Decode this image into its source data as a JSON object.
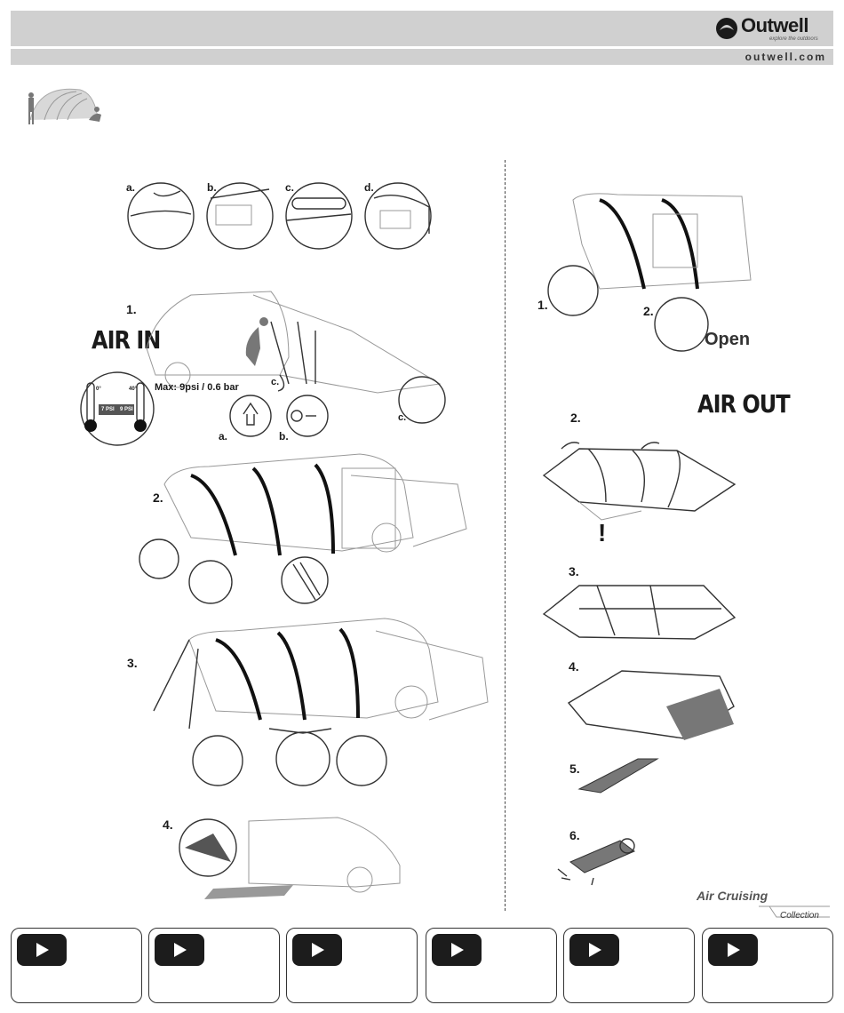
{
  "header": {
    "brand": "Outwell",
    "tagline": "explore the outdoors",
    "website": "outwell.com"
  },
  "air_in": {
    "heading": "AIR IN",
    "prep_labels": [
      "a.",
      "b.",
      "c.",
      "d."
    ],
    "step1": "1.",
    "max_pressure": "Max: 9psi / 0.6 bar",
    "temp_low": "0°",
    "temp_high": "40°",
    "psi_low": "7 PSI",
    "psi_high": "9 PSI",
    "label_a": "a.",
    "label_b": "b.",
    "label_c": "c.",
    "label_c2": "c.",
    "step2": "2.",
    "step3": "3.",
    "step4": "4."
  },
  "right": {
    "step1": "1.",
    "step2": "2.",
    "open": "Open"
  },
  "air_out": {
    "heading": "AIR OUT",
    "step2": "2.",
    "warning": "!",
    "step3": "3.",
    "step4": "4.",
    "step5": "5.",
    "step6": "6."
  },
  "footer": {
    "collection_name": "Air Cruising",
    "collection_word": "Collection"
  },
  "video_buttons": 6
}
